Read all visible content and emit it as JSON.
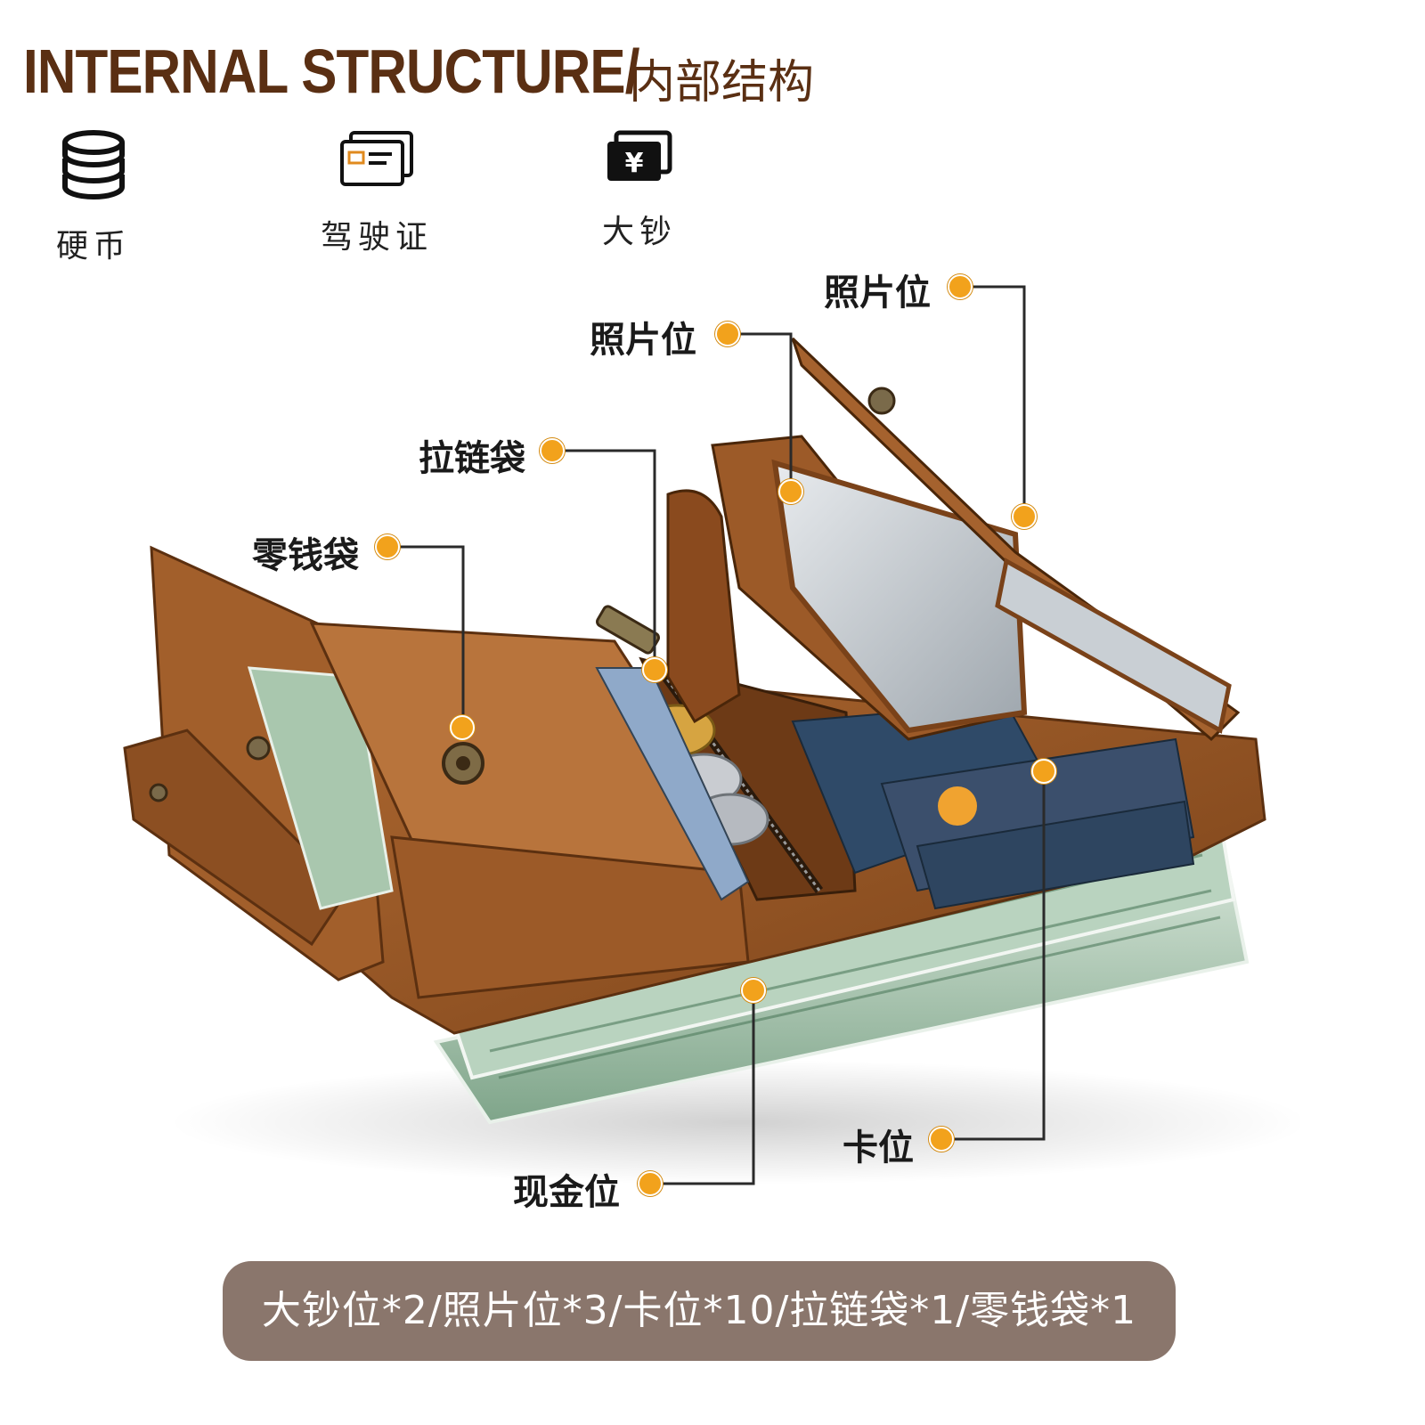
{
  "header": {
    "title_en": "INTERNAL STRUCTURE/",
    "title_zh": "内部结构"
  },
  "features": [
    {
      "icon": "coins-icon",
      "label": "硬币"
    },
    {
      "icon": "id-card-icon",
      "label": "驾驶证"
    },
    {
      "icon": "banknote-yen-icon",
      "label": "大钞"
    }
  ],
  "callouts": {
    "photo_slot_top": "照片位",
    "photo_slot": "照片位",
    "zipper_pocket": "拉链袋",
    "coin_pocket": "零钱袋",
    "card_slot": "卡位",
    "cash_slot": "现金位"
  },
  "summary": "大钞位*2/照片位*3/卡位*10/拉链袋*1/零钱袋*1",
  "colors": {
    "title_brown": "#5a2f13",
    "dot_orange": "#f2a21c",
    "bar_taupe": "#8a766c",
    "leather": "#9b5a2a"
  }
}
